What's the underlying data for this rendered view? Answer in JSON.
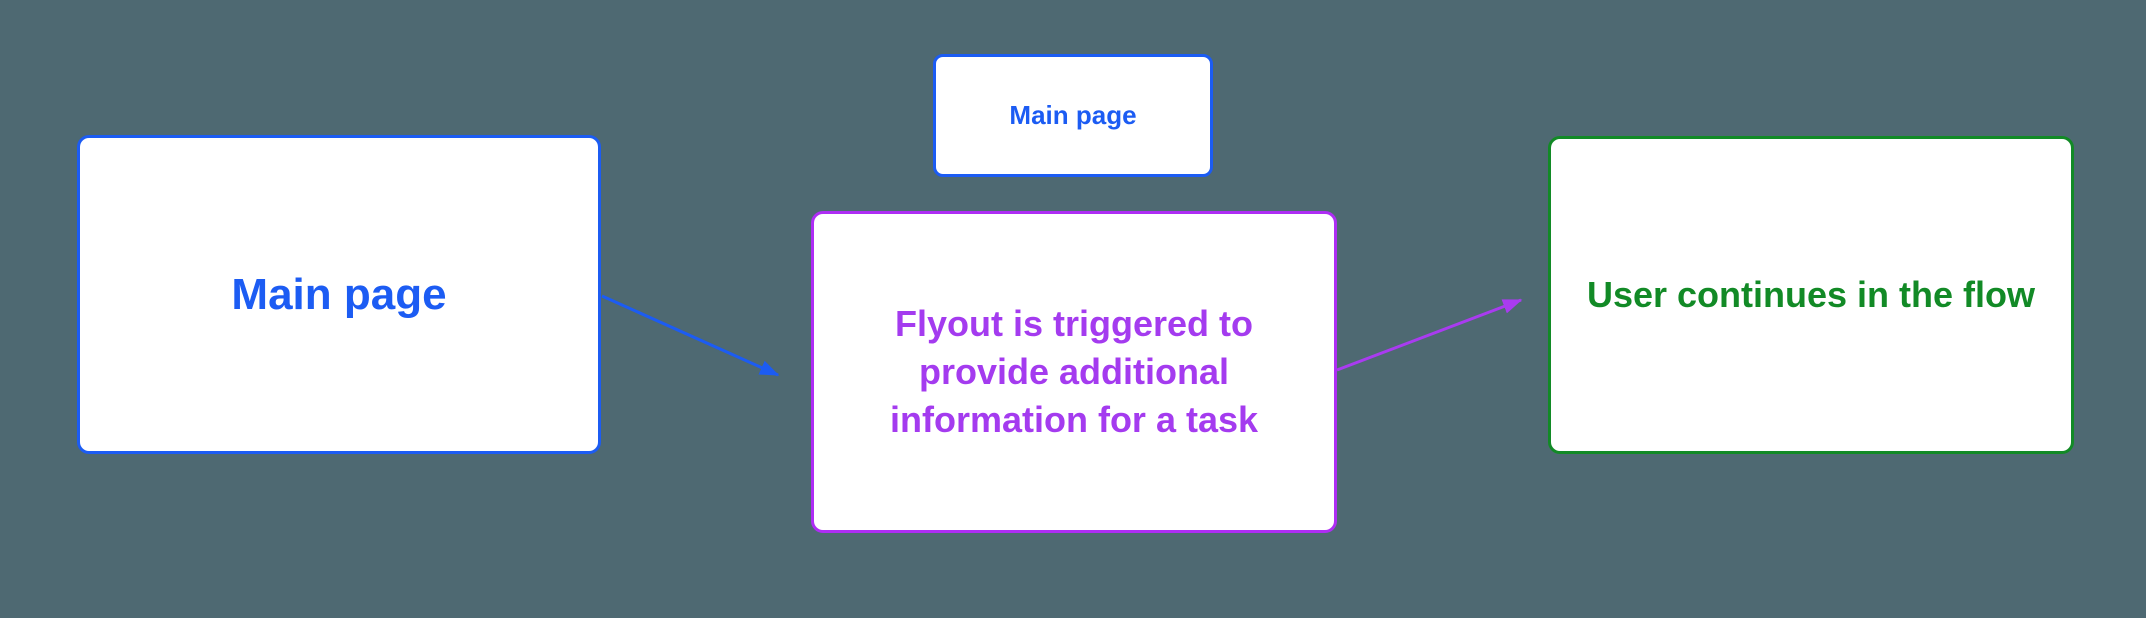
{
  "diagram": {
    "nodes": {
      "main_page": {
        "label": "Main page"
      },
      "main_page_small": {
        "label": "Main page"
      },
      "flyout": {
        "label": "Flyout is triggered to provide additional information for a task"
      },
      "outcome": {
        "label": "User continues in the flow"
      }
    },
    "arrows": [
      {
        "name": "main-page-to-flyout",
        "color": "#1C5CF3"
      },
      {
        "name": "flyout-to-outcome",
        "color": "#A93BF0"
      }
    ]
  },
  "colors": {
    "bg": "#4E6972",
    "node-fill": "#FFFFFF",
    "blue": "#1C5CF3",
    "purple-border": "#AE2DF4",
    "purple-text": "#A43BEF",
    "purple-arrow": "#A93BF0",
    "green": "#128A26"
  }
}
